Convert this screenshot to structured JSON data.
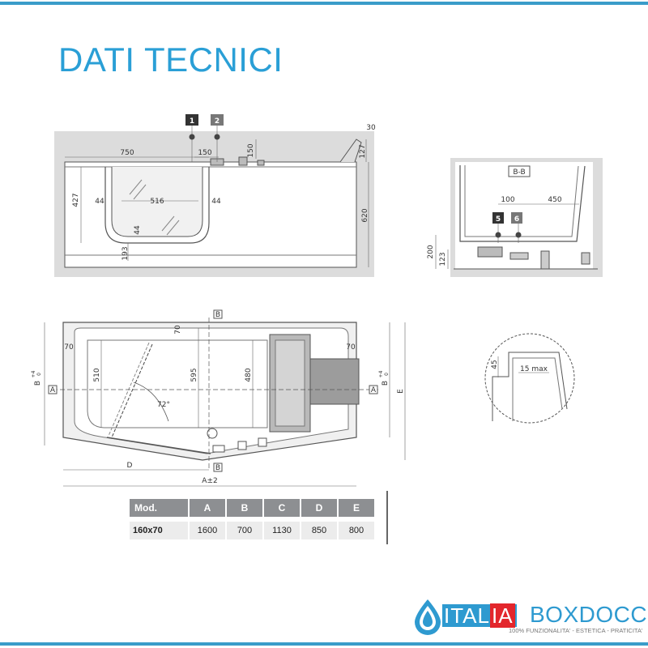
{
  "header": {
    "title": "DATI TECNICI"
  },
  "dimensions": {
    "top_view": [
      "750",
      "150",
      "150",
      "30",
      "127",
      "427",
      "44",
      "516",
      "44",
      "44",
      "620",
      "193"
    ],
    "side_view": [
      "B-B",
      "100",
      "450",
      "200",
      "123"
    ],
    "markers": [
      "1",
      "2",
      "5",
      "6"
    ],
    "plan_view": [
      "B",
      "70",
      "70",
      "70",
      "510",
      "595",
      "480",
      "72°",
      "A",
      "A",
      "D",
      "A±2",
      "B",
      "+4",
      "0",
      "B",
      "+4",
      "0",
      "E",
      "B"
    ],
    "detail": [
      "45",
      "15 max"
    ]
  },
  "table": {
    "headers": [
      "Mod.",
      "A",
      "B",
      "C",
      "D",
      "E"
    ],
    "rows": [
      {
        "model": "160x70",
        "values": [
          "1600",
          "700",
          "1130",
          "850",
          "800"
        ]
      }
    ]
  },
  "brand": {
    "italia": "ITAL",
    "ia": "IA",
    "boxdoccia": "BOXDOCCIA",
    "tagline": "100% FUNZIONALITA' - ESTETICA - PRATICITA'"
  },
  "colors": {
    "accent": "#2a9fd6",
    "bar": "#3a9cc9",
    "brand_red": "#e3262c",
    "table_header": "#8d8f92"
  }
}
